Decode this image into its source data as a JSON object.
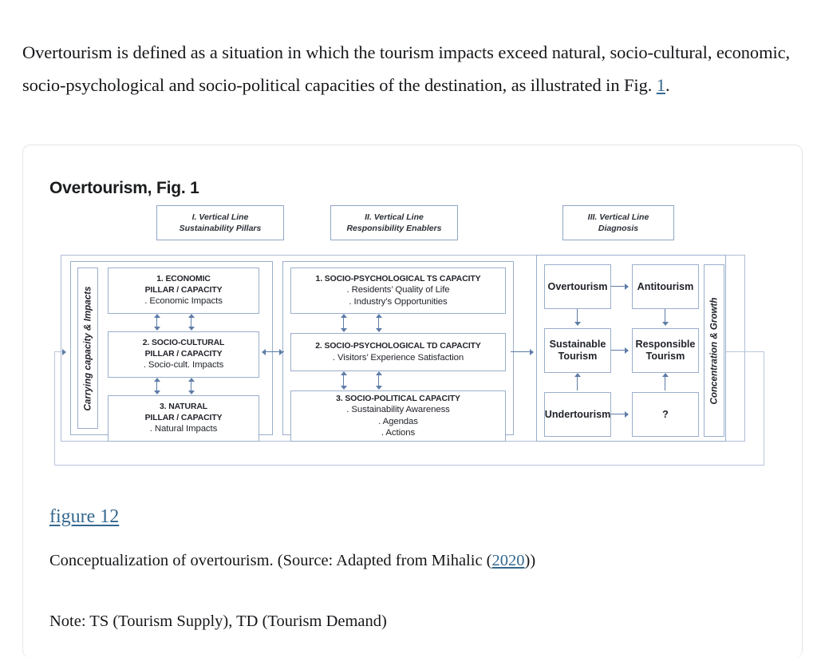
{
  "article": {
    "paragraph_pre": "Overtourism is defined as a situation in which the tourism impacts exceed natural, socio-cultural, economic, socio-psychological and socio-political capacities of the destination, as illustrated in Fig. ",
    "paragraph_link": "1",
    "paragraph_post": "."
  },
  "figure": {
    "title": "Overtourism, Fig. 1",
    "link_label": "figure 12",
    "caption_pre": "Conceptualization of overtourism. (Source: Adapted from Mihalic (",
    "caption_link": "2020",
    "caption_post": "))",
    "note": "Note: TS (Tourism Supply), TD (Tourism Demand)"
  },
  "diagram": {
    "headers": [
      {
        "line1": "I. Vertical Line",
        "line2": "Sustainability Pillars"
      },
      {
        "line1": "II. Vertical Line",
        "line2": "Responsibility Enablers"
      },
      {
        "line1": "III. Vertical Line",
        "line2": "Diagnosis"
      }
    ],
    "rails": {
      "left": "Carrying capacity & Impacts",
      "right": "Concentration  &  Growth"
    },
    "pillars": [
      {
        "title_line1": "1.    ECONOMIC",
        "title_line2": "PILLAR / CAPACITY",
        "items": [
          ". Economic Impacts"
        ]
      },
      {
        "title_line1": "2. SOCIO-CULTURAL",
        "title_line2": "PILLAR / CAPACITY",
        "items": [
          ". Socio-cult. Impacts"
        ]
      },
      {
        "title_line1": "3. NATURAL",
        "title_line2": "PILLAR / CAPACITY",
        "items": [
          ". Natural Impacts"
        ]
      }
    ],
    "enablers": [
      {
        "title": "1. SOCIO-PSYCHOLOGICAL TS CAPACITY",
        "items": [
          ". Residents’ Quality of Life",
          ". Industry’s Opportunities"
        ]
      },
      {
        "title": "2. SOCIO-PSYCHOLOGICAL TD CAPACITY",
        "items": [
          ". Visitors’ Experience Satisfaction"
        ]
      },
      {
        "title": "3. SOCIO-POLITICAL CAPACITY",
        "items": [
          ". Sustainability Awareness",
          ". Agendas",
          ". Actions"
        ]
      }
    ],
    "diagnosis": [
      {
        "label": "Overtourism"
      },
      {
        "label": "Antitourism"
      },
      {
        "label": "Sustainable Tourism"
      },
      {
        "label": "Responsible Tourism"
      },
      {
        "label": "Undertourism"
      },
      {
        "label": "?"
      }
    ],
    "colors": {
      "box_border": "#9aaecb",
      "arrow": "#5e7ca8",
      "feedback": "#b9c7dc",
      "link": "#34688f"
    }
  }
}
